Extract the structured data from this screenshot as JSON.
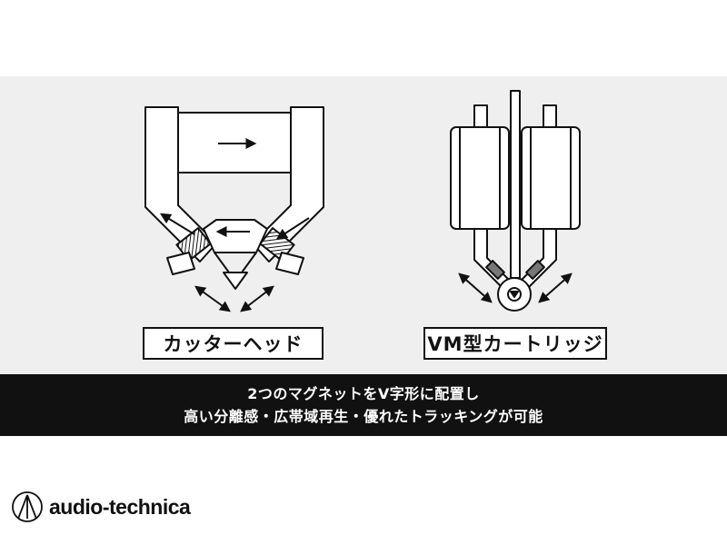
{
  "colors": {
    "panel_bg": "#efefef",
    "band_bg": "#111111",
    "band_text": "#ffffff",
    "line": "#111111",
    "magnet_fill": "#777777"
  },
  "labels": {
    "cutter_head": "カッターヘッド",
    "vm_cartridge": "VM型カートリッジ"
  },
  "caption": {
    "line1": "2つのマグネットをV字形に配置し",
    "line2": "高い分離感・広帯域再生・優れたトラッキングが可能"
  },
  "logo": {
    "icon": "audio-technica-logo-icon",
    "text": "audio-technica"
  }
}
